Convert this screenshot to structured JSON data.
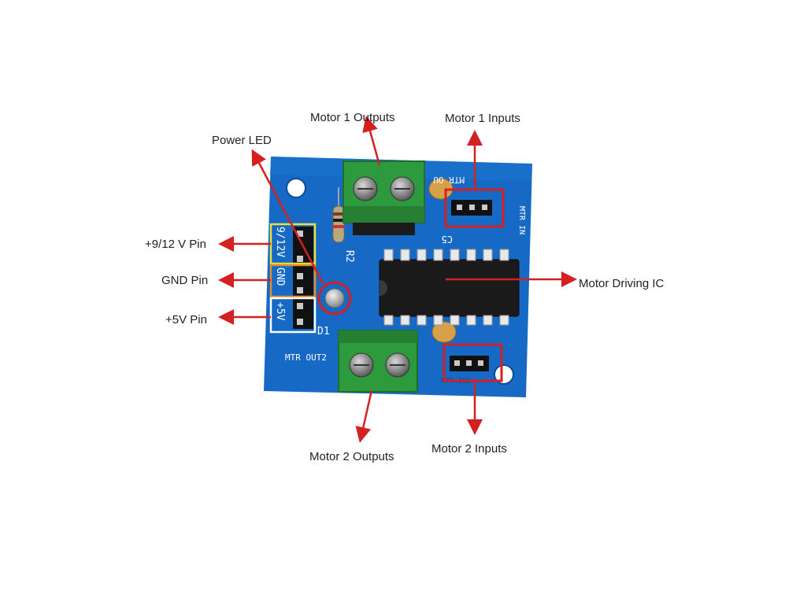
{
  "labels": {
    "motor1_outputs": "Motor 1 Outputs",
    "motor1_inputs": "Motor 1 Inputs",
    "power_led": "Power LED",
    "pin_9_12v": "+9/12 V Pin",
    "pin_gnd": "GND Pin",
    "pin_5v": "+5V Pin",
    "motor_driving_ic": "Motor Driving IC",
    "motor2_outputs": "Motor 2 Outputs",
    "motor2_inputs": "Motor 2 Inputs"
  },
  "silkscreen": {
    "header_9_12v": "9/12V",
    "header_gnd": "GND",
    "header_5v": "+5V",
    "r2": "R2",
    "d1": "D1",
    "c5": "C5",
    "mtr_out1": "MTR OU",
    "mtr_in1": "MTR IN",
    "mtr_out2": "MTR OUT2",
    "mtr_in2": "MTR IN2"
  },
  "colors": {
    "pcb": "#1669c4",
    "terminal": "#2e9a3e",
    "annotation": "#d42020",
    "header_yellow": "#e8e040",
    "header_orange": "#e0902a",
    "header_white": "#ffffff",
    "chip": "#1a1a1a"
  }
}
